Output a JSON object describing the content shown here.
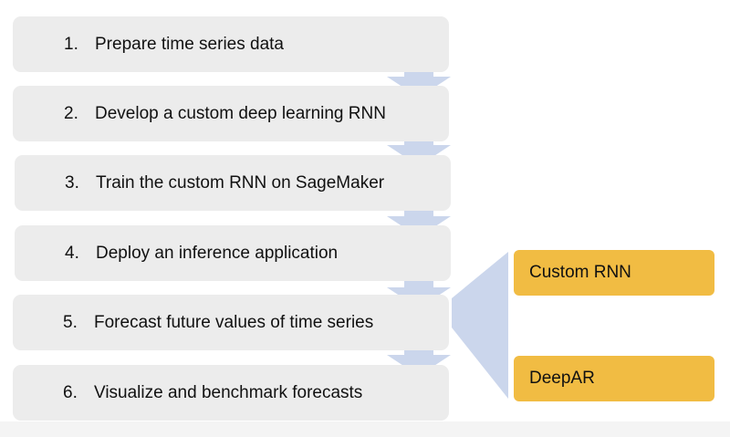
{
  "steps": [
    {
      "number": "1.",
      "label": "Prepare time series data"
    },
    {
      "number": "2.",
      "label": "Develop a custom deep learning RNN"
    },
    {
      "number": "3.",
      "label": "Train the custom RNN on SageMaker"
    },
    {
      "number": "4.",
      "label": "Deploy an inference application"
    },
    {
      "number": "5.",
      "label": "Forecast future values of time series"
    },
    {
      "number": "6.",
      "label": "Visualize and benchmark forecasts"
    }
  ],
  "options": [
    {
      "label": "Custom RNN"
    },
    {
      "label": "DeepAR"
    }
  ],
  "colors": {
    "step_fill": "#ececec",
    "arrow_fill": "#cbd6ec",
    "option_fill": "#f1bc43",
    "text": "#111111"
  }
}
